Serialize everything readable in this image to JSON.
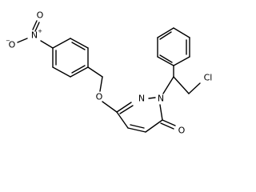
{
  "molecule": {
    "atoms": {
      "o_nitro_top": "O",
      "n_nitro": "N",
      "n_nitro_charge": "+",
      "o_nitro_left": "O",
      "o_nitro_left_charge": "−",
      "o_ether": "O",
      "n1": "N",
      "n2": "N",
      "cl": "Cl",
      "o_carbonyl": "O"
    }
  }
}
